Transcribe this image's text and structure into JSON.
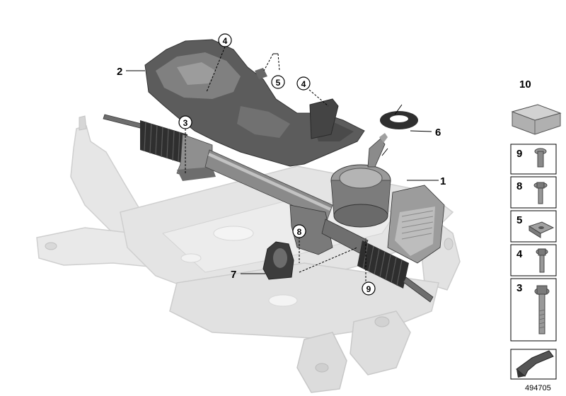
{
  "diagram": {
    "callouts": {
      "c1": "1",
      "c2": "2",
      "c3": "3",
      "c4a": "4",
      "c4b": "4",
      "c5": "5",
      "c6": "6",
      "c7": "7",
      "c8": "8",
      "c9": "9"
    },
    "legend": {
      "item10": "10",
      "item9": "9",
      "item8": "8",
      "item5": "5",
      "item4": "4",
      "item3": "3"
    },
    "doc_number": "494705",
    "colors": {
      "subframe": "#e6e6e6",
      "subframe_edge": "#cfcfcf",
      "part_dark": "#3f3f3f",
      "part_mid": "#7a7a7a",
      "part_light": "#b5b5b5",
      "shield": "#5a5a5a"
    }
  }
}
